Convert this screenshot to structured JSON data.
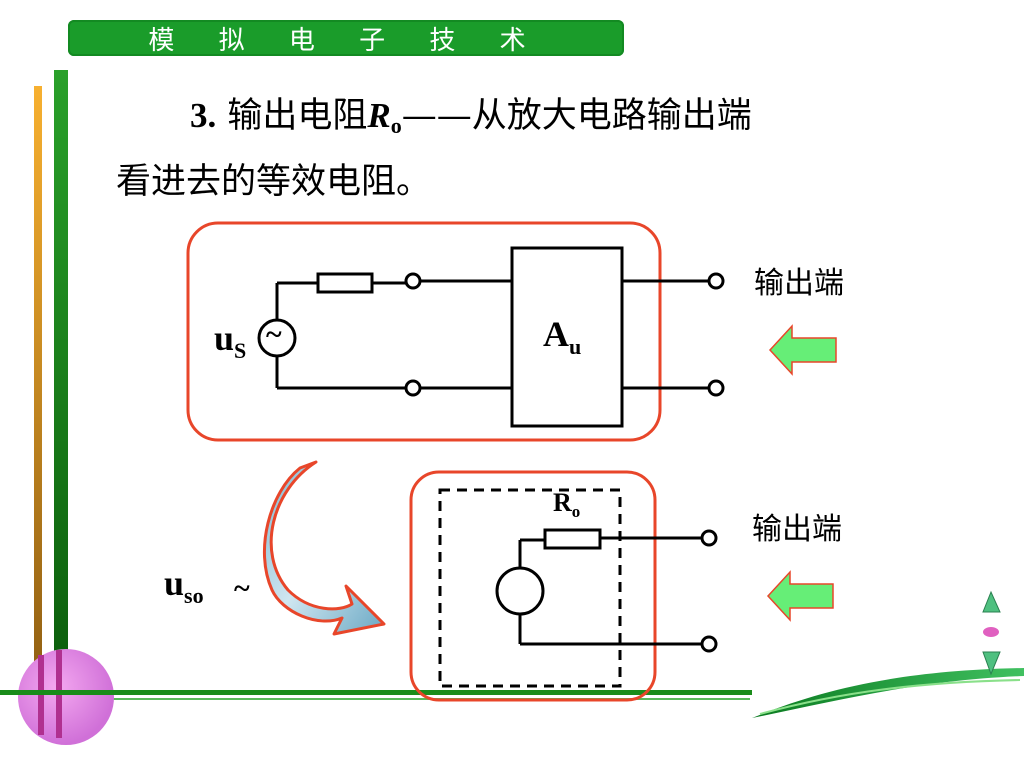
{
  "banner": {
    "title": "模 拟 电 子 技 术"
  },
  "heading": {
    "number": "3.",
    "term": "输出电阻",
    "symbol": "R",
    "symbol_sub": "o",
    "dash": "——",
    "definition_1": "从放大电路输出端",
    "definition_2": "看进去的等效电阻。"
  },
  "circuit_top": {
    "source_label": "u",
    "source_sub": "S",
    "source_glyph": "~",
    "block_label": "A",
    "block_sub": "u",
    "output_label": "输出端"
  },
  "circuit_bottom": {
    "resistor_label": "R",
    "resistor_sub": "o",
    "source_label": "u",
    "source_sub": "so",
    "source_glyph": "~",
    "output_label": "输出端"
  },
  "colors": {
    "banner": "#1a9c2a",
    "frame_red": "#e8462a",
    "arrow_green": "#66ee77",
    "orange_bar": "#f0a020",
    "green_bar": "#1a8c1a"
  },
  "icons": [
    "left-arrow-icon",
    "curved-arrow-icon",
    "nav-up-icon",
    "nav-dot-icon",
    "nav-down-icon"
  ]
}
